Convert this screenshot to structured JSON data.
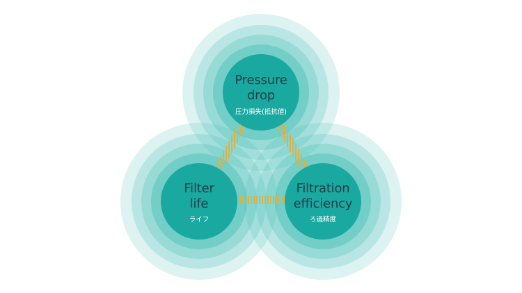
{
  "nodes": [
    {
      "id": "pressure-drop",
      "title_line1": "Pressure",
      "title_line2": "drop",
      "subtitle": "圧力損失(抵抗値)"
    },
    {
      "id": "filter-life",
      "title_line1": "Filter",
      "title_line2": "life",
      "subtitle": "ライフ"
    },
    {
      "id": "filtration-efficiency",
      "title_line1": "Filtration",
      "title_line2": "efficiency",
      "subtitle": "ろ過精度"
    }
  ],
  "colors": {
    "ring": "#3fbcb4",
    "core": "#1aa9a1",
    "link": "#d9b348",
    "title_text": "#1f3f45",
    "subtitle_text": "#ffffff"
  }
}
